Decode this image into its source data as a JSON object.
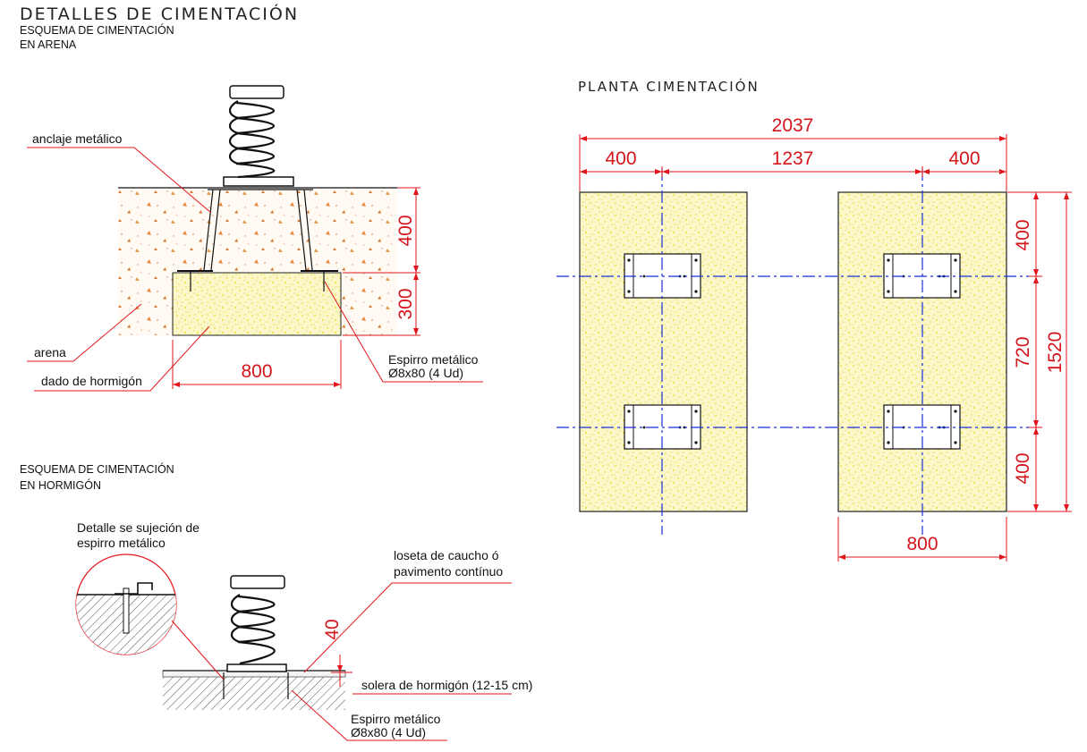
{
  "title": "DETALLES DE CIMENTACIÓN",
  "sand_scheme": {
    "title_line1": "ESQUEMA DE CIMENTACIÓN",
    "title_line2": "EN ARENA",
    "anchor_label": "anclaje metálico",
    "sand_label": "arena",
    "concrete_label": "dado de hormigón",
    "bolt_label_1": "Espirro metálico",
    "bolt_label_2": "Ø8x80 (4 Ud)",
    "dim_depth_top": "400",
    "dim_depth_block": "300",
    "dim_width": "800"
  },
  "concrete_scheme": {
    "title_line1": "ESQUEMA DE CIMENTACIÓN",
    "title_line2": "EN HORMIGÓN",
    "detail_label_1": "Detalle se sujeción de",
    "detail_label_2": "espirro metálico",
    "tile_label_1": "loseta de caucho ó",
    "tile_label_2": "pavimento contínuo",
    "dim_tile": "40",
    "slab_label": "solera de hormigón (12-15 cm)",
    "bolt_label_1": "Espirro metálico",
    "bolt_label_2": "Ø8x80 (4 Ud)"
  },
  "plan": {
    "title": "PLANTA CIMENTACIÓN",
    "dim_total": "2037",
    "dim_left": "400",
    "dim_middle": "1237",
    "dim_right": "400",
    "dim_v_top": "400",
    "dim_v_mid": "720",
    "dim_v_bottom": "400",
    "dim_v_total": "1520",
    "dim_block_width": "800"
  },
  "colors": {
    "dimension": "#e3141b",
    "axis": "#1b2fd8",
    "concrete_fill": "#f4f0a0",
    "sand_speck": "#d9823c"
  }
}
